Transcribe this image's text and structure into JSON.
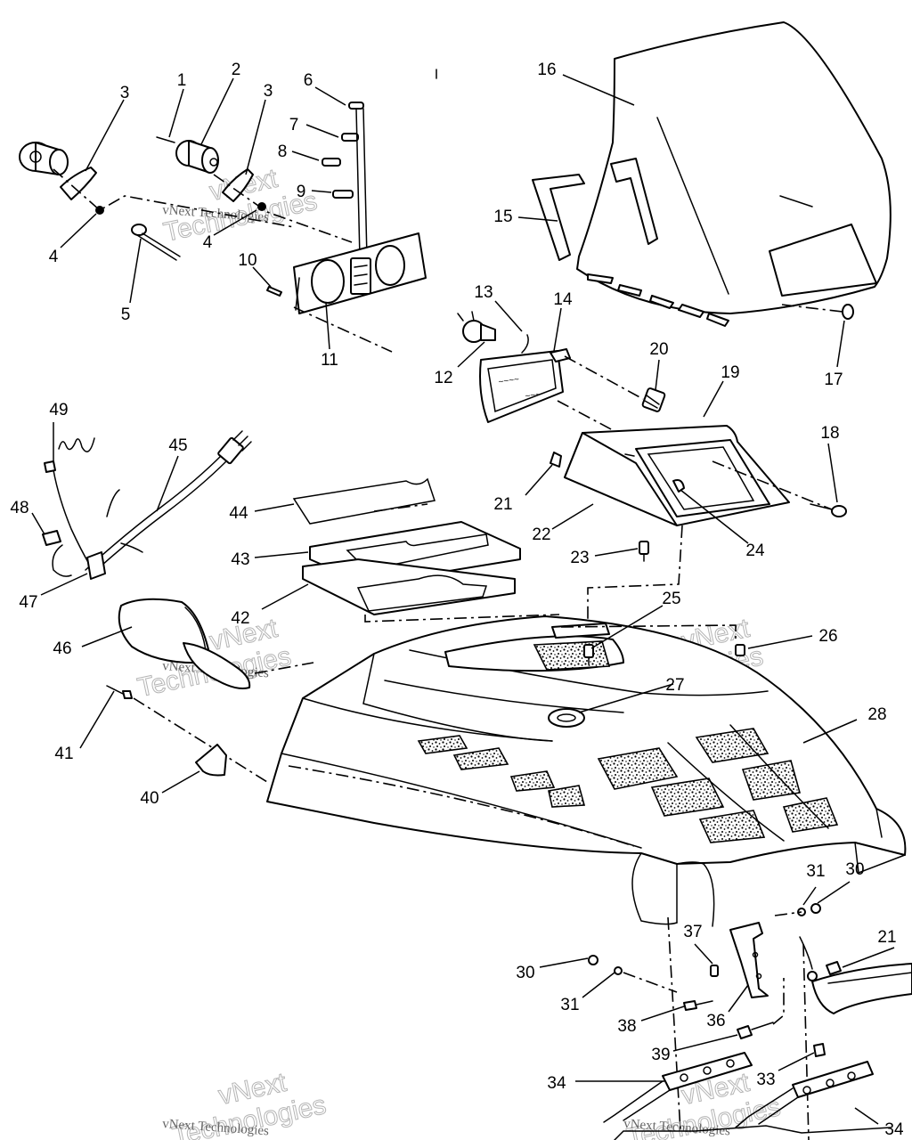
{
  "watermark": {
    "line1": "vNext",
    "line2": "Technologies",
    "small": "vNext Technologies"
  },
  "callouts": {
    "c1": "1",
    "c2": "2",
    "c3a": "3",
    "c3b": "3",
    "c4a": "4",
    "c4b": "4",
    "c5": "5",
    "c6": "6",
    "c7": "7",
    "c8": "8",
    "c9": "9",
    "c10": "10",
    "c11": "11",
    "c12": "12",
    "c13": "13",
    "c14": "14",
    "c15": "15",
    "c16": "16",
    "c17": "17",
    "c18": "18",
    "c19": "19",
    "c20": "20",
    "c21a": "21",
    "c21b": "21",
    "c22": "22",
    "c23": "23",
    "c24": "24",
    "c25": "25",
    "c26": "26",
    "c27": "27",
    "c28": "28",
    "c30a": "30",
    "c30b": "30",
    "c31a": "31",
    "c31b": "31",
    "c33": "33",
    "c34a": "34",
    "c34b": "34",
    "c36": "36",
    "c37": "37",
    "c38": "38",
    "c39": "39",
    "c40": "40",
    "c41": "41",
    "c42": "42",
    "c43": "43",
    "c44": "44",
    "c45": "45",
    "c46": "46",
    "c47": "47",
    "c48": "48",
    "c49": "49"
  }
}
